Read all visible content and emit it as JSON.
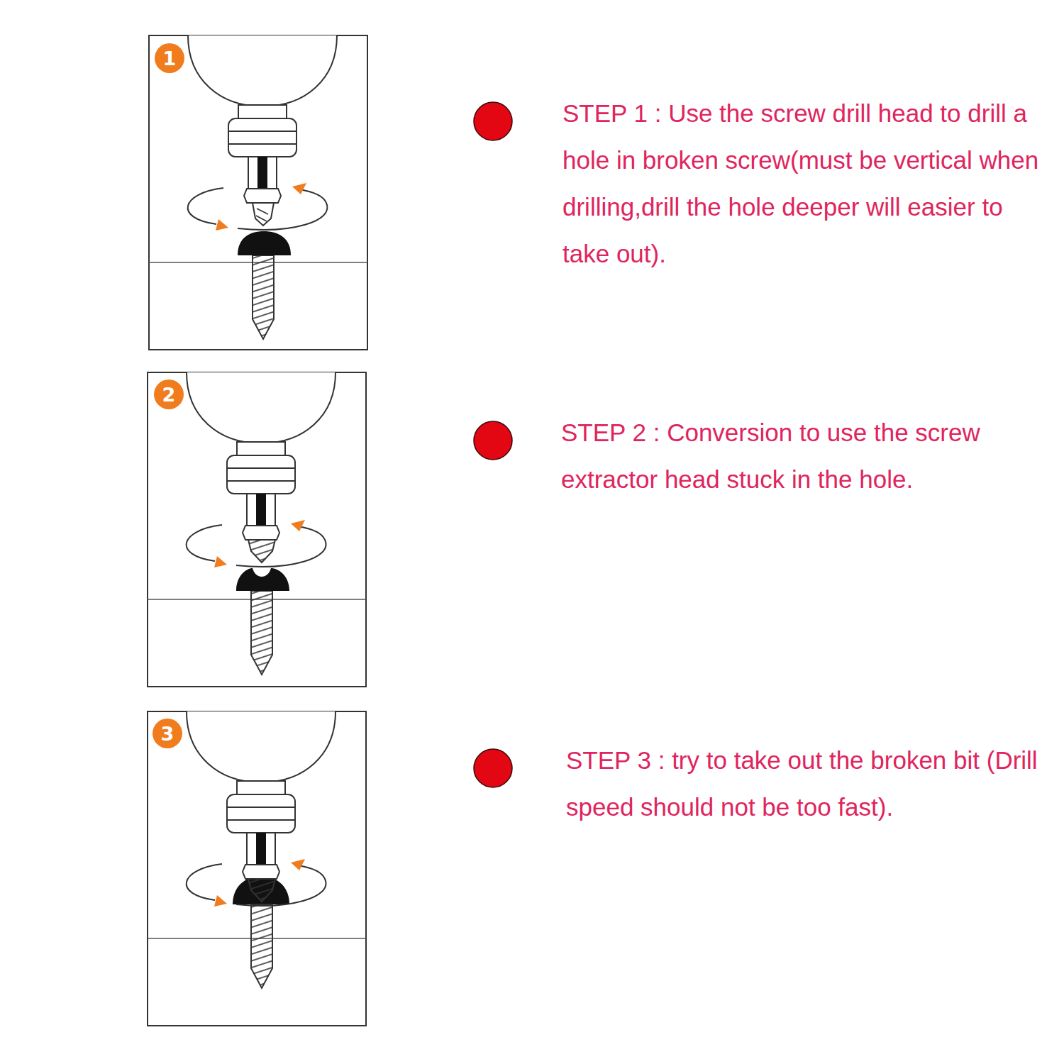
{
  "diagram": {
    "nodes": [
      {
        "text": [
          "1"
        ]
      },
      {
        "text": [
          "2"
        ]
      },
      {
        "text": [
          "3"
        ]
      }
    ],
    "labels": [
      "STEP 1 : Use the screw drill head to drill a hole in broken screw(must be vertical when drilling,drill the hole deeper will easier to take out).",
      "STEP 2 : Conversion to use the screw extractor head stuck in the hole.",
      "STEP 3 : try to take out the broken bit (Drill speed should not be too fast)."
    ]
  }
}
